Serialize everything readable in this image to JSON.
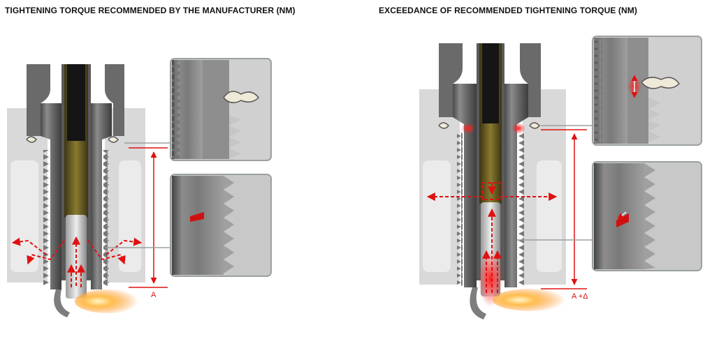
{
  "panels": {
    "left": {
      "title": "TIGHTENING TORQUE RECOMMENDED BY THE MANUFACTURER (NM)",
      "measure_label": "A"
    },
    "right": {
      "title": "EXCEEDANCE OF RECOMMENDED TIGHTENING TORQUE (NM)",
      "measure_label": "A +Δ"
    }
  },
  "colors": {
    "arrow": "#e01010",
    "metal_dark": "#5a5a5a",
    "metal_light": "#9a9a9a",
    "head": "#d8d8d8",
    "flame": "#ff9a30",
    "inset_border": "#9aa0a0"
  }
}
